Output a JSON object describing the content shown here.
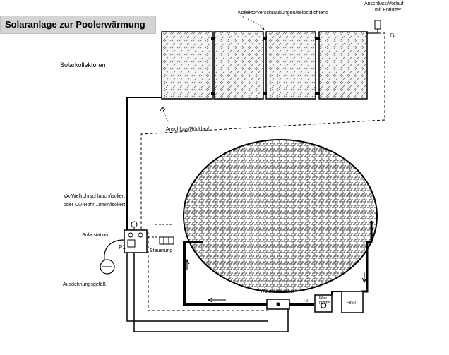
{
  "title": "Solaranlage zur Poolerwärmung",
  "labels": {
    "collectors": "Solarkollektoren",
    "collector_fittings": "Kollektorverschraubungen/selbstdichtend",
    "flow_vent_line1": "Anschluss/Vorlauf",
    "flow_vent_line2": "mit Entlüfter",
    "return_connection": "Anschluss/Rücklauf",
    "pipe_line1": "VA-Wellrohrschlauch/isoliert",
    "pipe_line2": "oder CU-Rohr 18mm/isoliert",
    "solar_station": "Solarstation",
    "pump": "P1",
    "expansion_vessel": "Ausdehnungsgefäß",
    "control": "Steuerung",
    "heat_exchanger": "Wärmetauscher",
    "sensor_t1": "T1",
    "sensor_t2": "T2",
    "filter_pump_line1": "Filter",
    "filter_pump_line2": "pumpe",
    "filter": "Filter"
  }
}
